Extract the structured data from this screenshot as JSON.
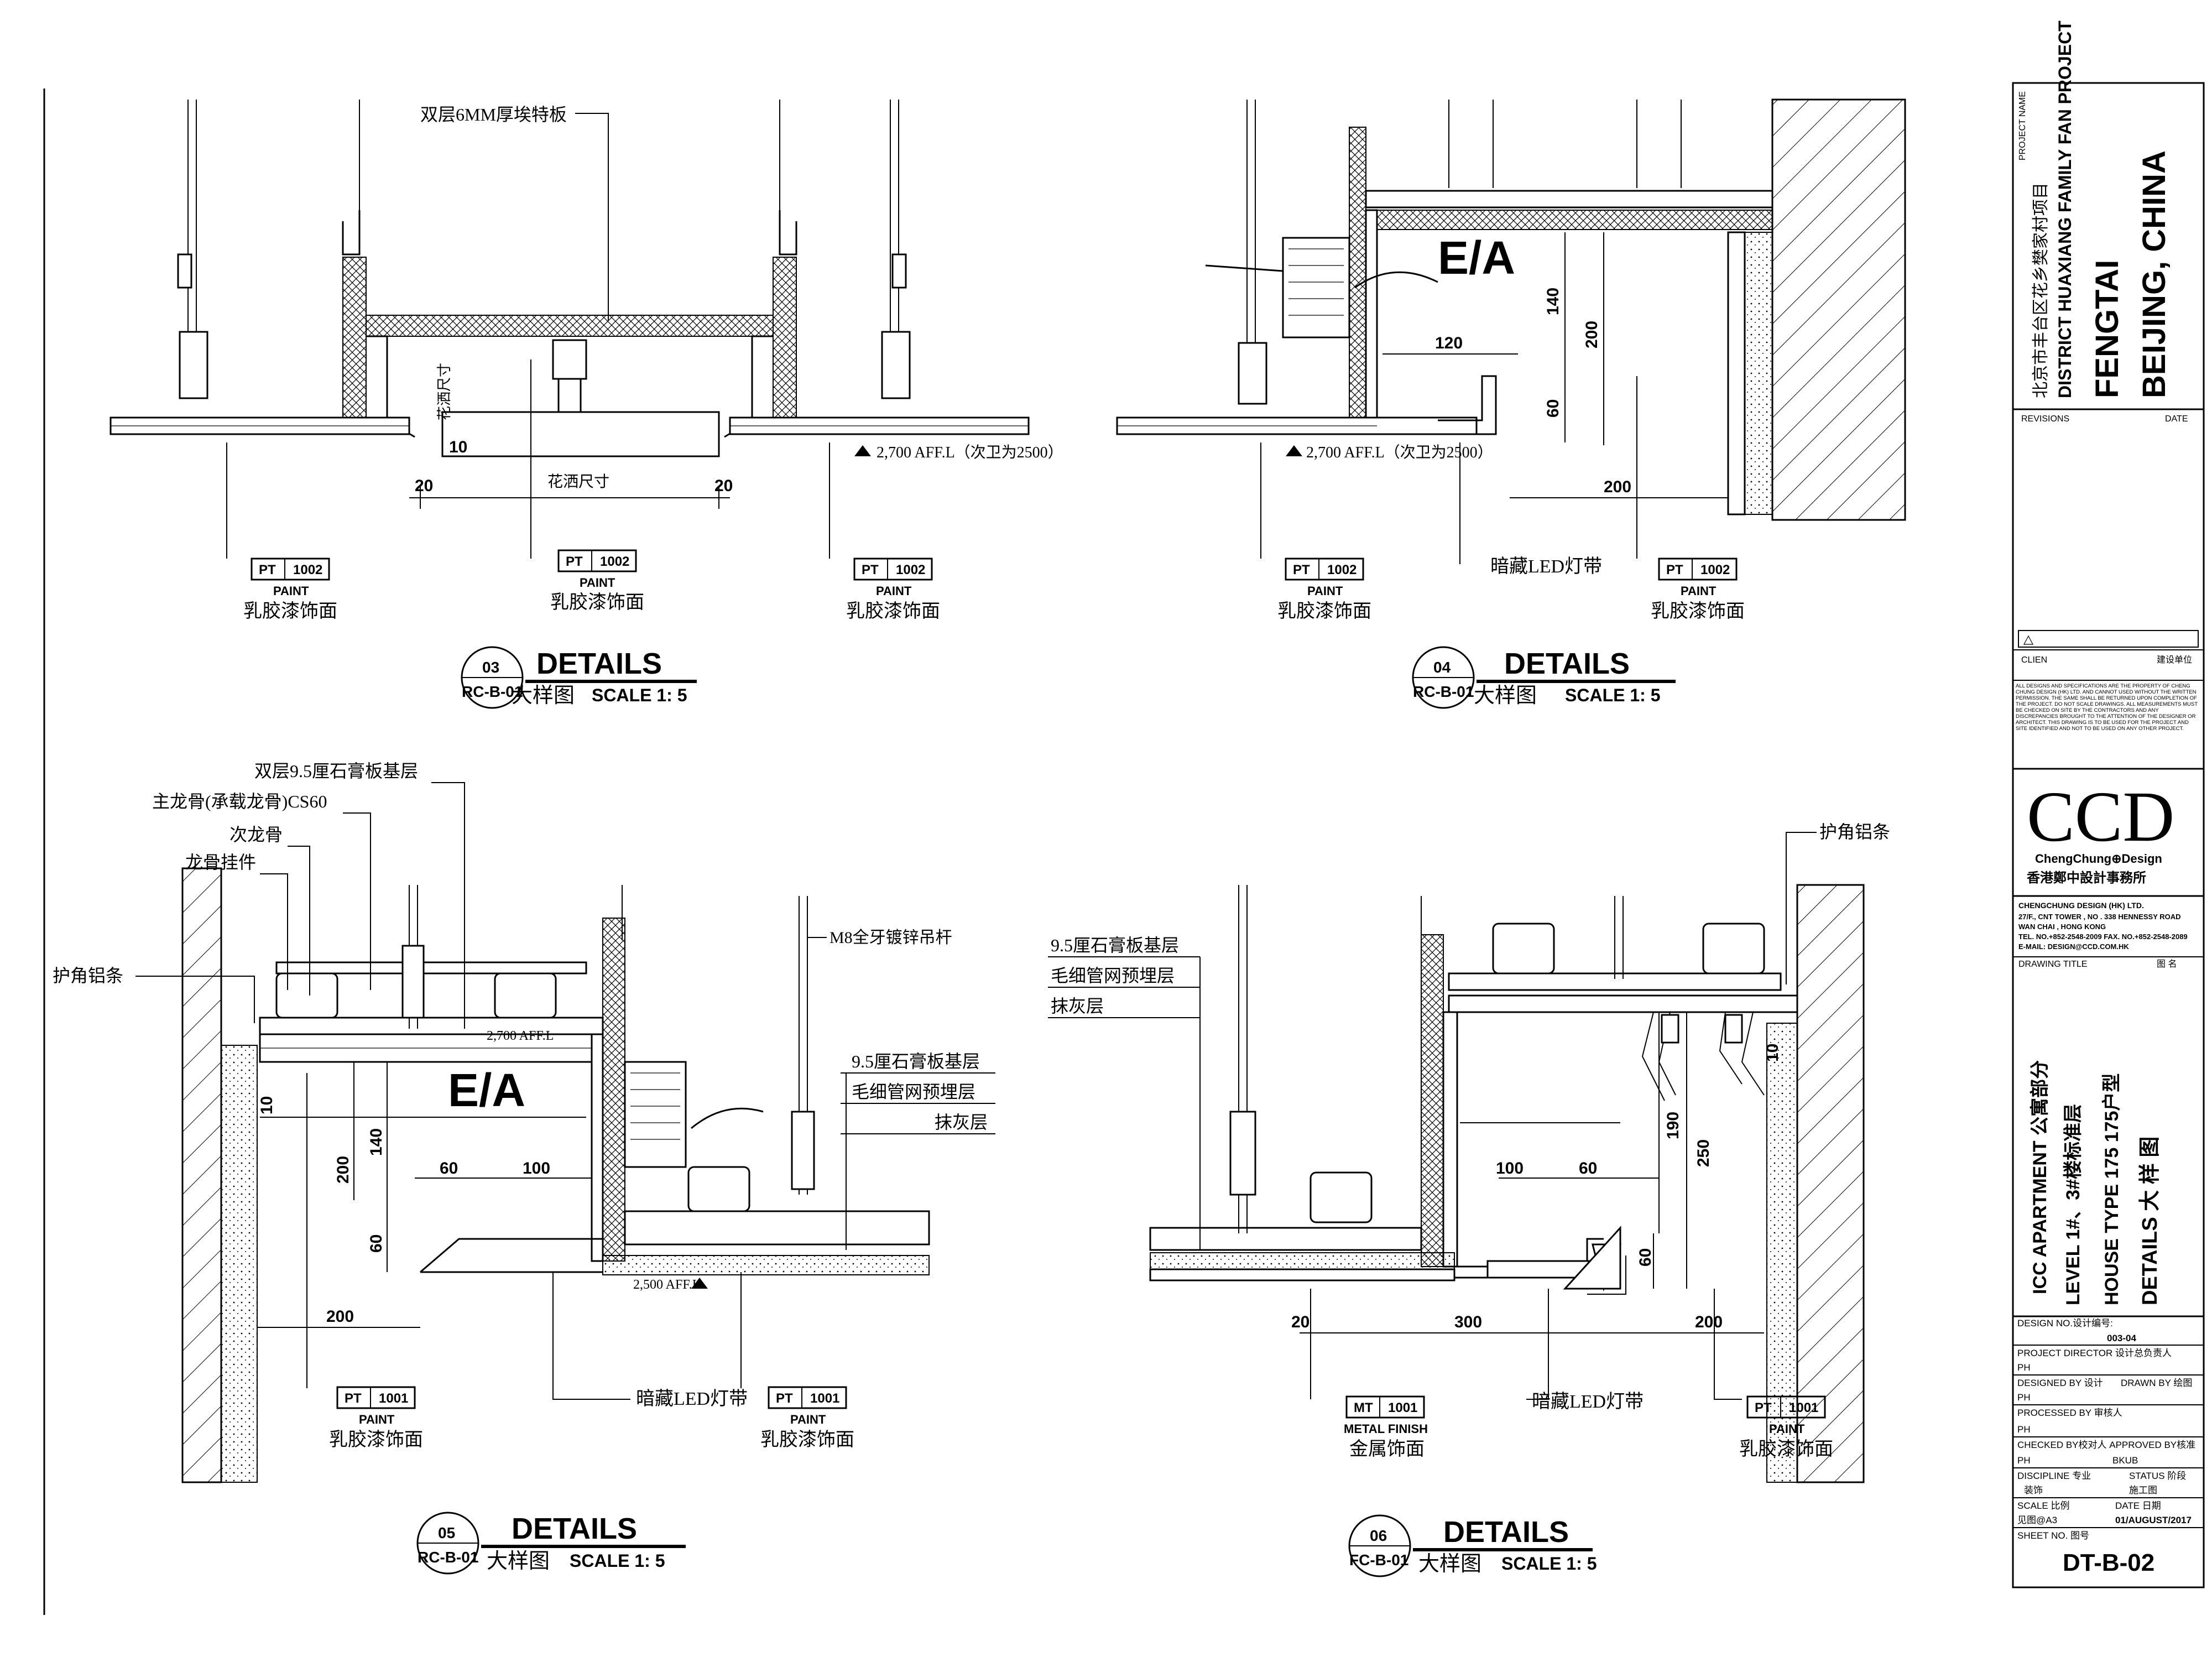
{
  "sheet": {
    "project_label": "PROJECT NAME",
    "project_cn": "北京市丰台区花乡樊家村项目",
    "project_en": "DISTRICT HUAXIANG FAMILY FAN PROJECT",
    "location1": "FENGTAI",
    "location2": "BEIJING, CHINA",
    "revisions": "REVISIONS",
    "date": "DATE",
    "client": "CLIEN",
    "client_cn": "建设单位",
    "disclaimer": "ALL DESIGNS AND SPECIFICATIONS ARE THE PROPERTY OF CHENG CHUNG DESIGN (HK) LTD. AND CANNOT USED WITHOUT THE WRITTEN PERMISSION. THE SAME SHALL BE RETURNED UPON COMPLETION OF THE PROJECT. DO NOT SCALE DRAWINGS. ALL MEASUREMENTS MUST BE CHECKED ON SITE BY THE CONTRACTORS AND ANY DISCREPANCIES BROUGHT TO THE ATTENTION OF THE DESIGNER OR ARCHITECT. THIS DRAWING IS TO BE USED FOR THE PROJECT AND SITE IDENTIFIED AND NOT TO BE USED ON ANY OTHER PROJECT.",
    "logo": "CCD",
    "logo_sub": "ChengChung⊕Design",
    "logo_cn": "香港鄭中設計事務所",
    "company": "CHENGCHUNG DESIGN (HK) LTD.",
    "addr1": "27/F., CNT TOWER , NO . 338 HENNESSY ROAD",
    "addr2": "WAN CHAI , HONG KONG",
    "tel": "TEL. NO.+852-2548-2009   FAX. NO.+852-2548-2089",
    "email": "E-MAIL: DESIGN@CCD.COM.HK",
    "drawing_title_label": "DRAWING TITLE",
    "drawing_title_cn": "图   名",
    "title1": "ICC APARTMENT  公寓部分",
    "title2": "LEVEL  1#、3#楼标准层",
    "title3": "HOUSE TYPE 175   175户型",
    "title4": "DETAILS  大 样 图",
    "design_no_label": "DESIGN NO.设计编号:",
    "design_no": "003-04",
    "project_director": "PROJECT DIRECTOR   设计总负责人",
    "pd_val": "PH",
    "designed_by": "DESIGNED BY  设计",
    "drawn_by": "DRAWN BY  绘图",
    "designed_val": "PH",
    "processed_by": "PROCESSED BY  审核人",
    "processed_val": "PH",
    "checked_by": "CHECKED BY校对人 APPROVED BY核准",
    "checked_val": "PH",
    "approved_val": "BKUB",
    "discipline": "DISCIPLINE  专业",
    "status": "STATUS  阶段",
    "discipline_val": "装饰",
    "status_val": "施工图",
    "scale": "SCALE  比例",
    "scale_date": "DATE  日期",
    "scale_val": "见图@A3",
    "date_val": "01/AUGUST/2017",
    "sheet_no": "SHEET NO.  图号",
    "sheet_no_val": "DT-B-02"
  },
  "details": [
    {
      "num": "03",
      "ref": "RC-B-01",
      "title": "DETAILS",
      "cn": "大样图",
      "scale": "SCALE 1: 5"
    },
    {
      "num": "04",
      "ref": "RC-B-01",
      "title": "DETAILS",
      "cn": "大样图",
      "scale": "SCALE 1: 5"
    },
    {
      "num": "05",
      "ref": "RC-B-01",
      "title": "DETAILS",
      "cn": "大样图",
      "scale": "SCALE 1: 5"
    },
    {
      "num": "06",
      "ref": "FC-B-01",
      "title": "DETAILS",
      "cn": "大样图",
      "scale": "SCALE 1: 5"
    }
  ],
  "tags": {
    "pt": "PT",
    "mt": "MT",
    "c1002": "1002",
    "c1001": "1001",
    "paint": "PAINT",
    "paint_cn": "乳胶漆饰面",
    "metal": "METAL FINISH",
    "metal_cn": "金属饰面"
  },
  "notes": {
    "d03_board": "双层6MM厚埃特板",
    "d03_vert": "花洒尺寸",
    "d03_horiz": "花洒尺寸",
    "aff_2700": "2,700 AFF.L（次卫为2500）",
    "aff_2700_short": "2,700 AFF.L",
    "aff_2500": "2,500 AFF.L",
    "ea": "E/A",
    "led": "暗藏LED灯带",
    "d05_gypsum2": "双层9.5厘石膏板基层",
    "d05_main": "主龙骨(承载龙骨)CS60",
    "d05_sub": "次龙骨",
    "d05_hanger": "龙骨挂件",
    "corner": "护角铝条",
    "rod": "M8全牙镀锌吊杆",
    "gypsum": "9.5厘石膏板基层",
    "mesh": "毛细管网预埋层",
    "plaster": "抹灰层"
  },
  "dims": {
    "d20": "20",
    "d10": "10",
    "d120": "120",
    "d140": "140",
    "d200": "200",
    "d60": "60",
    "d100": "100",
    "d190": "190",
    "d250": "250",
    "d300": "300"
  }
}
